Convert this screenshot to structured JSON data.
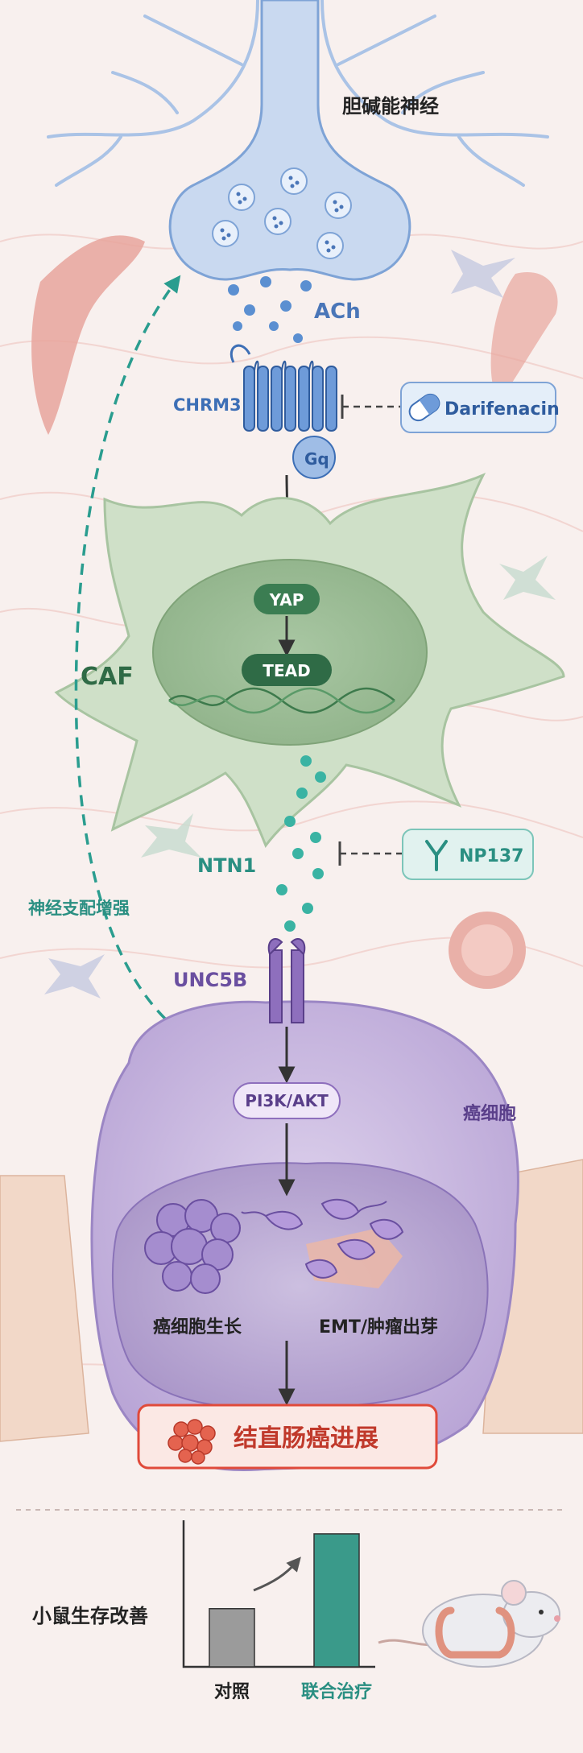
{
  "labels": {
    "nerve": "胆碱能神经",
    "ach": "ACh",
    "chrm3": "CHRM3",
    "gq": "Gq",
    "darifenacin": "Darifenacin",
    "yap": "YAP",
    "tead": "TEAD",
    "caf": "CAF",
    "ntn1": "NTN1",
    "np137": "NP137",
    "innervation": "神经支配增强",
    "unc5b": "UNC5B",
    "pi3k": "PI3K/AKT",
    "cancer_cell": "癌细胞",
    "growth": "癌细胞生长",
    "emt": "EMT/肿瘤出芽",
    "progression": "结直肠癌进展"
  },
  "survival": {
    "title": "小鼠生存改善",
    "bars": [
      {
        "label": "对照",
        "value": 0.42,
        "color": "#9b9b9b"
      },
      {
        "label": "联合治疗",
        "value": 0.96,
        "color": "#3a9a8a"
      }
    ]
  },
  "colors": {
    "nerve": "#7ea3d6",
    "caf": "#cfe0c8",
    "teal": "#2a9d8f",
    "purple": "#7b5ea7",
    "red": "#e04a3a"
  }
}
